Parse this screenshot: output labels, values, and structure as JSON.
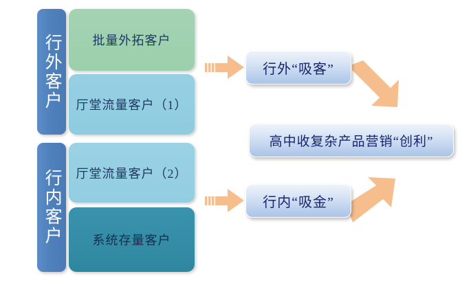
{
  "diagram": {
    "title_present": false,
    "colors": {
      "category_bar": "#4f81bd",
      "segment_green": "#9ccfac",
      "segment_light_blue": "#8fcce0",
      "segment_light_blue_2": "#92cde1",
      "segment_teal": "#2f879f",
      "outcome_box_gradient_top": "#eef3fb",
      "outcome_box_gradient_bottom": "#aac4e8",
      "arrow_fill": "#f7be8d",
      "text_dark_blue": "#1f3864",
      "text_outcome": "#17256b"
    },
    "categories": [
      {
        "id": "outside-bank",
        "label": "行外客户",
        "segments": [
          {
            "id": "bulk-outbound-customers",
            "label": "批量外拓客户",
            "color": "#9ccfac"
          },
          {
            "id": "lobby-traffic-customers-1",
            "label": "厅堂流量客户（1）",
            "color": "#8fcce0"
          }
        ]
      },
      {
        "id": "inside-bank",
        "label": "行内客户",
        "segments": [
          {
            "id": "lobby-traffic-customers-2",
            "label": "厅堂流量客户（2）",
            "color": "#92cde1"
          },
          {
            "id": "system-existing-customers",
            "label": "系统存量客户",
            "color": "#2f879f"
          }
        ]
      }
    ],
    "outcomes": [
      {
        "id": "attract-external",
        "label": "行外“吸客”"
      },
      {
        "id": "attract-internal",
        "label": "行内“吸金”"
      },
      {
        "id": "create-profit",
        "label": "高中收复杂产品营销“创利”"
      }
    ],
    "arrows": [
      {
        "id": "arrow-right-top",
        "direction": "right",
        "from": "segment-group-outside",
        "to": "attract-external"
      },
      {
        "id": "arrow-right-bottom",
        "direction": "right",
        "from": "segment-group-inside",
        "to": "attract-internal"
      },
      {
        "id": "arrow-diag-down",
        "direction": "down-right",
        "from": "attract-external",
        "to": "create-profit"
      },
      {
        "id": "arrow-diag-up",
        "direction": "up-right",
        "from": "attract-internal",
        "to": "create-profit"
      }
    ]
  }
}
